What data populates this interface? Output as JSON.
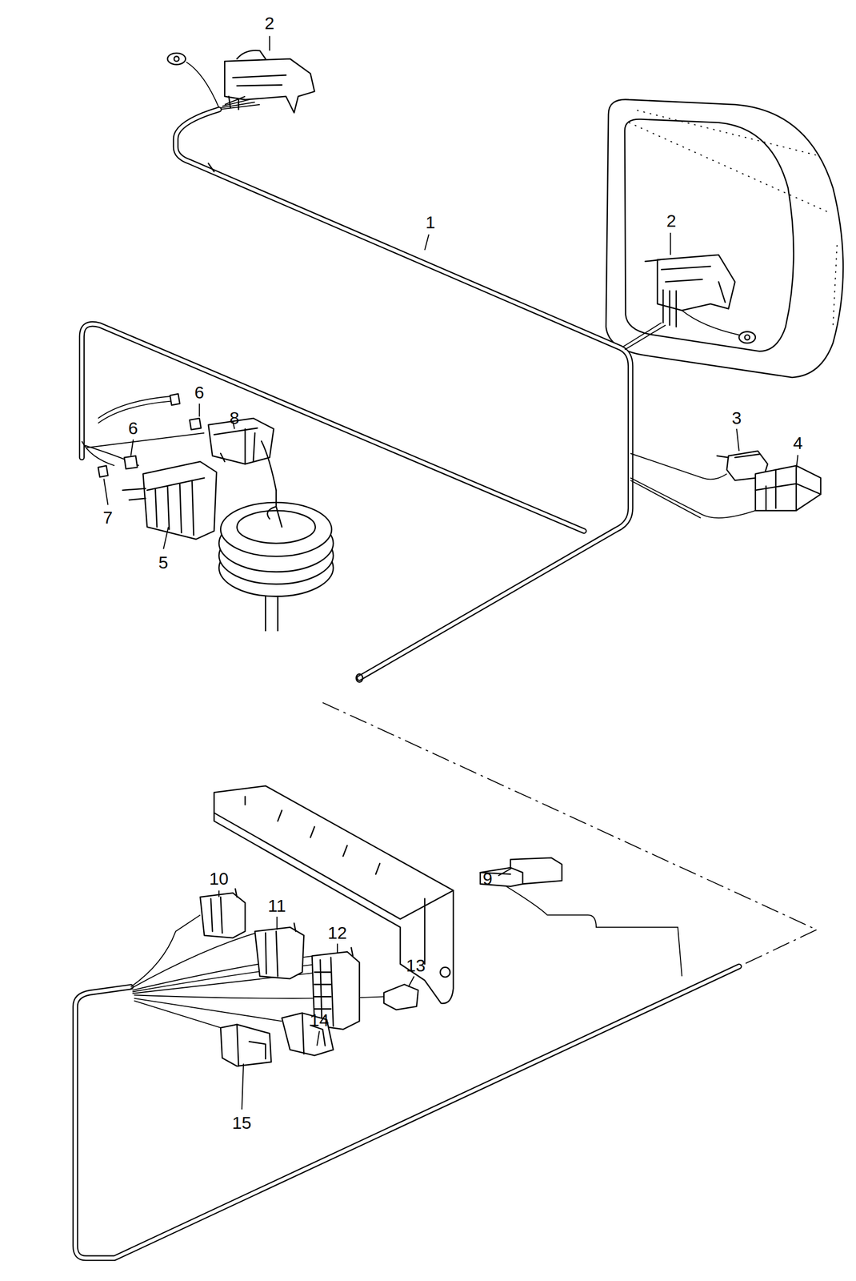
{
  "diagram": {
    "labels": [
      "2",
      "1",
      "2",
      "6",
      "8",
      "6",
      "3",
      "4",
      "7",
      "5",
      "9",
      "10",
      "11",
      "12",
      "13",
      "14",
      "15"
    ]
  }
}
